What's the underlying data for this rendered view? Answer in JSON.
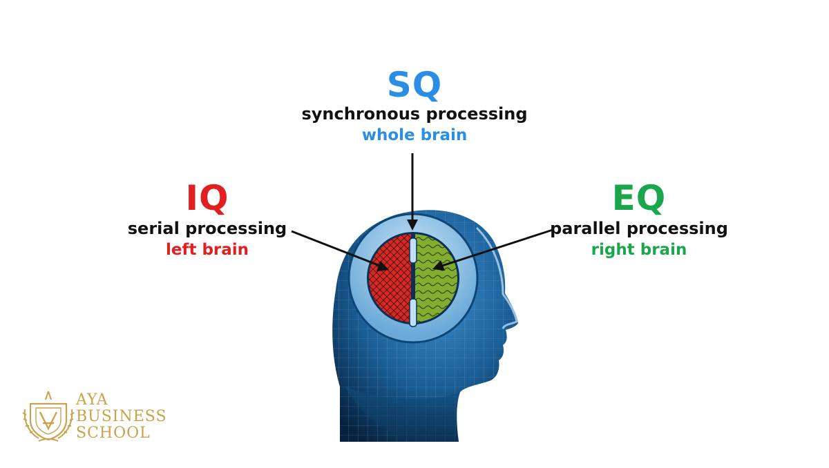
{
  "sq": {
    "title": "SQ",
    "processing": "synchronous processing",
    "area": "whole brain"
  },
  "iq": {
    "title": "IQ",
    "processing": "serial processing",
    "area": "left brain"
  },
  "eq": {
    "title": "EQ",
    "processing": "parallel processing",
    "area": "right brain"
  },
  "logo": {
    "line1": "AYA",
    "line2": "BUSINESS",
    "line3": "SCHOOL"
  },
  "colors": {
    "sq": "#2a8de6",
    "iq": "#e02020",
    "eq": "#1aa64a",
    "left_half": "#d52a24",
    "right_half": "#7faa2c",
    "ring": "#8fc4ea",
    "head": "#0f4a7a",
    "logo_gold": "#c9a24b"
  }
}
